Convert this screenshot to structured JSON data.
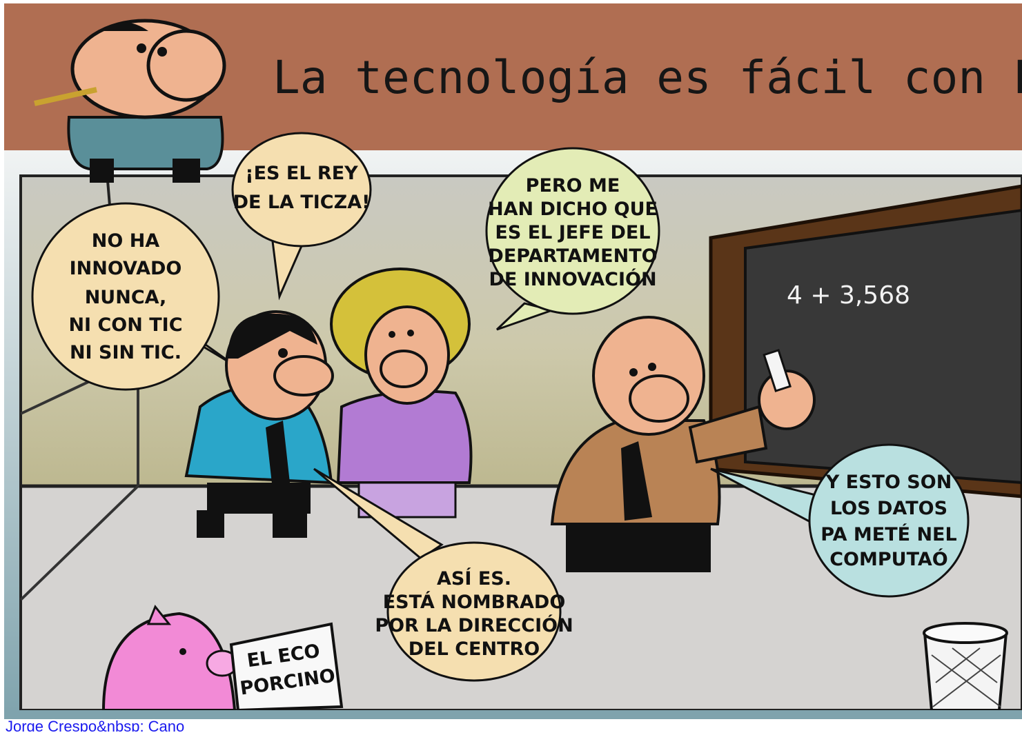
{
  "comic": {
    "title": "La tecnología es fácil con Lur",
    "blackboard_text": "4 + 3,568",
    "sign_lines": [
      "EL ECO",
      "PORCINO"
    ],
    "balloons": {
      "left": [
        "NO HA",
        "INNOVADO",
        "NUNCA,",
        "NI CON TIC",
        "NI SIN TIC."
      ],
      "top": [
        "¡ES EL REY",
        "DE LA TICZA!"
      ],
      "middle": [
        "PERO ME",
        "HAN DICHO QUE",
        "ES EL JEFE DEL",
        "DEPARTAMENTO",
        "DE INNOVACIÓN"
      ],
      "bottom": [
        "ASÍ ES.",
        "ESTÁ NOMBRADO",
        "POR LA DIRECCIÓN",
        "DEL CENTRO"
      ],
      "right": [
        "Y ESTO SON",
        "LOS DATOS",
        "PA METÉ NEL",
        "COMPUTAÓ"
      ]
    }
  },
  "caption": "Jorge Crespo&nbsp; Cano",
  "colors": {
    "banner": "#b06e52",
    "wall": "#cbc8ad",
    "floor": "#d6d4d2",
    "blackboard": "#3a3a3a",
    "frame": "#5a3518",
    "balloon_peach": "#f5dfb0",
    "balloon_green": "#e3ecb6",
    "balloon_blue": "#b9e0e0"
  }
}
